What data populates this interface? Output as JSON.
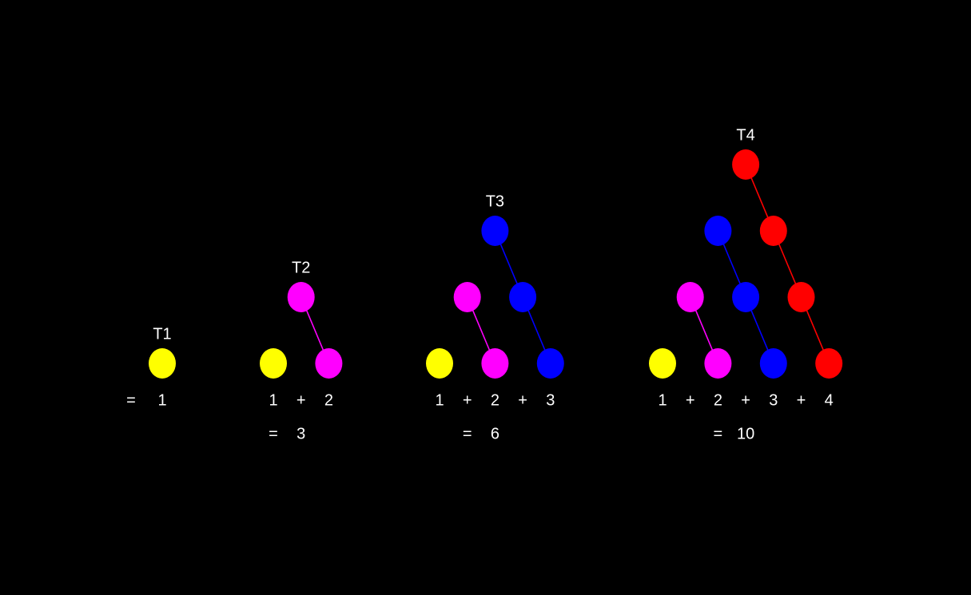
{
  "colors": {
    "background": "#000000",
    "text": "#ffffff",
    "yellow": "#ffff00",
    "magenta": "#ff00ff",
    "blue": "#0000ff",
    "red": "#ff0000"
  },
  "diagrams": [
    {
      "label": "T1",
      "rows": [
        [
          "yellow"
        ]
      ],
      "sum_row": [
        "=",
        "1"
      ],
      "total_row": []
    },
    {
      "label": "T2",
      "rows": [
        [
          "magenta"
        ],
        [
          "yellow",
          "magenta"
        ]
      ],
      "sum_row": [
        "1",
        "+",
        "2"
      ],
      "total_row": [
        "=",
        "3"
      ]
    },
    {
      "label": "T3",
      "rows": [
        [
          "blue"
        ],
        [
          "magenta",
          "blue"
        ],
        [
          "yellow",
          "magenta",
          "blue"
        ]
      ],
      "sum_row": [
        "1",
        "+",
        "2",
        "+",
        "3"
      ],
      "total_row": [
        "=",
        "6"
      ]
    },
    {
      "label": "T4",
      "rows": [
        [
          "red"
        ],
        [
          "blue",
          "red"
        ],
        [
          "magenta",
          "blue",
          "red"
        ],
        [
          "yellow",
          "magenta",
          "blue",
          "red"
        ]
      ],
      "sum_row": [
        "1",
        "+",
        "2",
        "+",
        "3",
        "+",
        "4"
      ],
      "total_row": [
        "=",
        "10"
      ]
    }
  ]
}
